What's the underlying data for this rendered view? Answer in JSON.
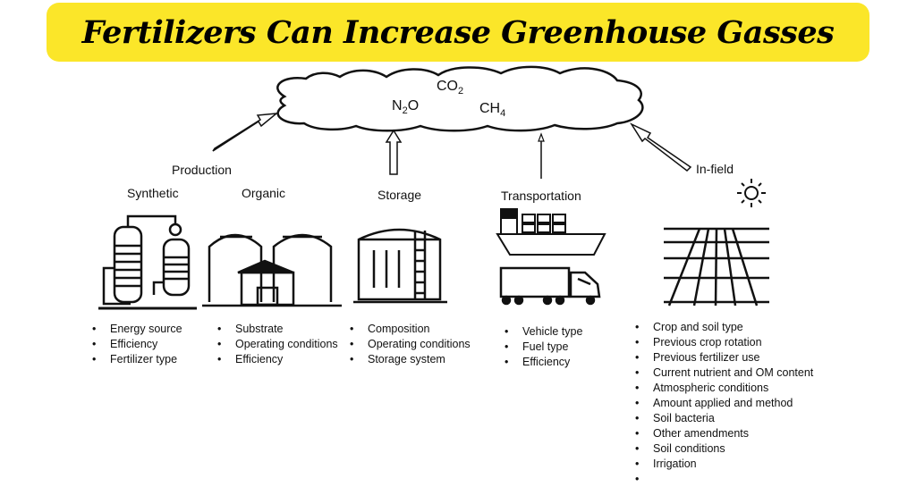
{
  "title": "Fertilizers Can Increase Greenhouse Gasses",
  "gases": {
    "co2": {
      "base": "CO",
      "sub": "2"
    },
    "n2o": {
      "base": "N",
      "sub": "2",
      "tail": "O"
    },
    "ch4": {
      "base": "CH",
      "sub": "4"
    }
  },
  "labels": {
    "production": "Production",
    "synthetic": "Synthetic",
    "organic": "Organic",
    "storage": "Storage",
    "transportation": "Transportation",
    "infield": "In-field"
  },
  "lists": {
    "synthetic": [
      "Energy source",
      "Efficiency",
      "Fertilizer type"
    ],
    "organic": [
      "Substrate",
      "Operating conditions",
      "Efficiency"
    ],
    "storage": [
      "Composition",
      "Operating conditions",
      "Storage system"
    ],
    "transportation": [
      "Vehicle type",
      "Fuel type",
      "Efficiency"
    ],
    "infield": [
      "Crop and soil type",
      "Previous crop rotation",
      "Previous fertilizer use",
      "Current nutrient and OM content",
      "Atmospheric conditions",
      "Amount applied and method",
      "Soil bacteria",
      "Other amendments",
      "Soil conditions",
      "Irrigation",
      ""
    ]
  }
}
